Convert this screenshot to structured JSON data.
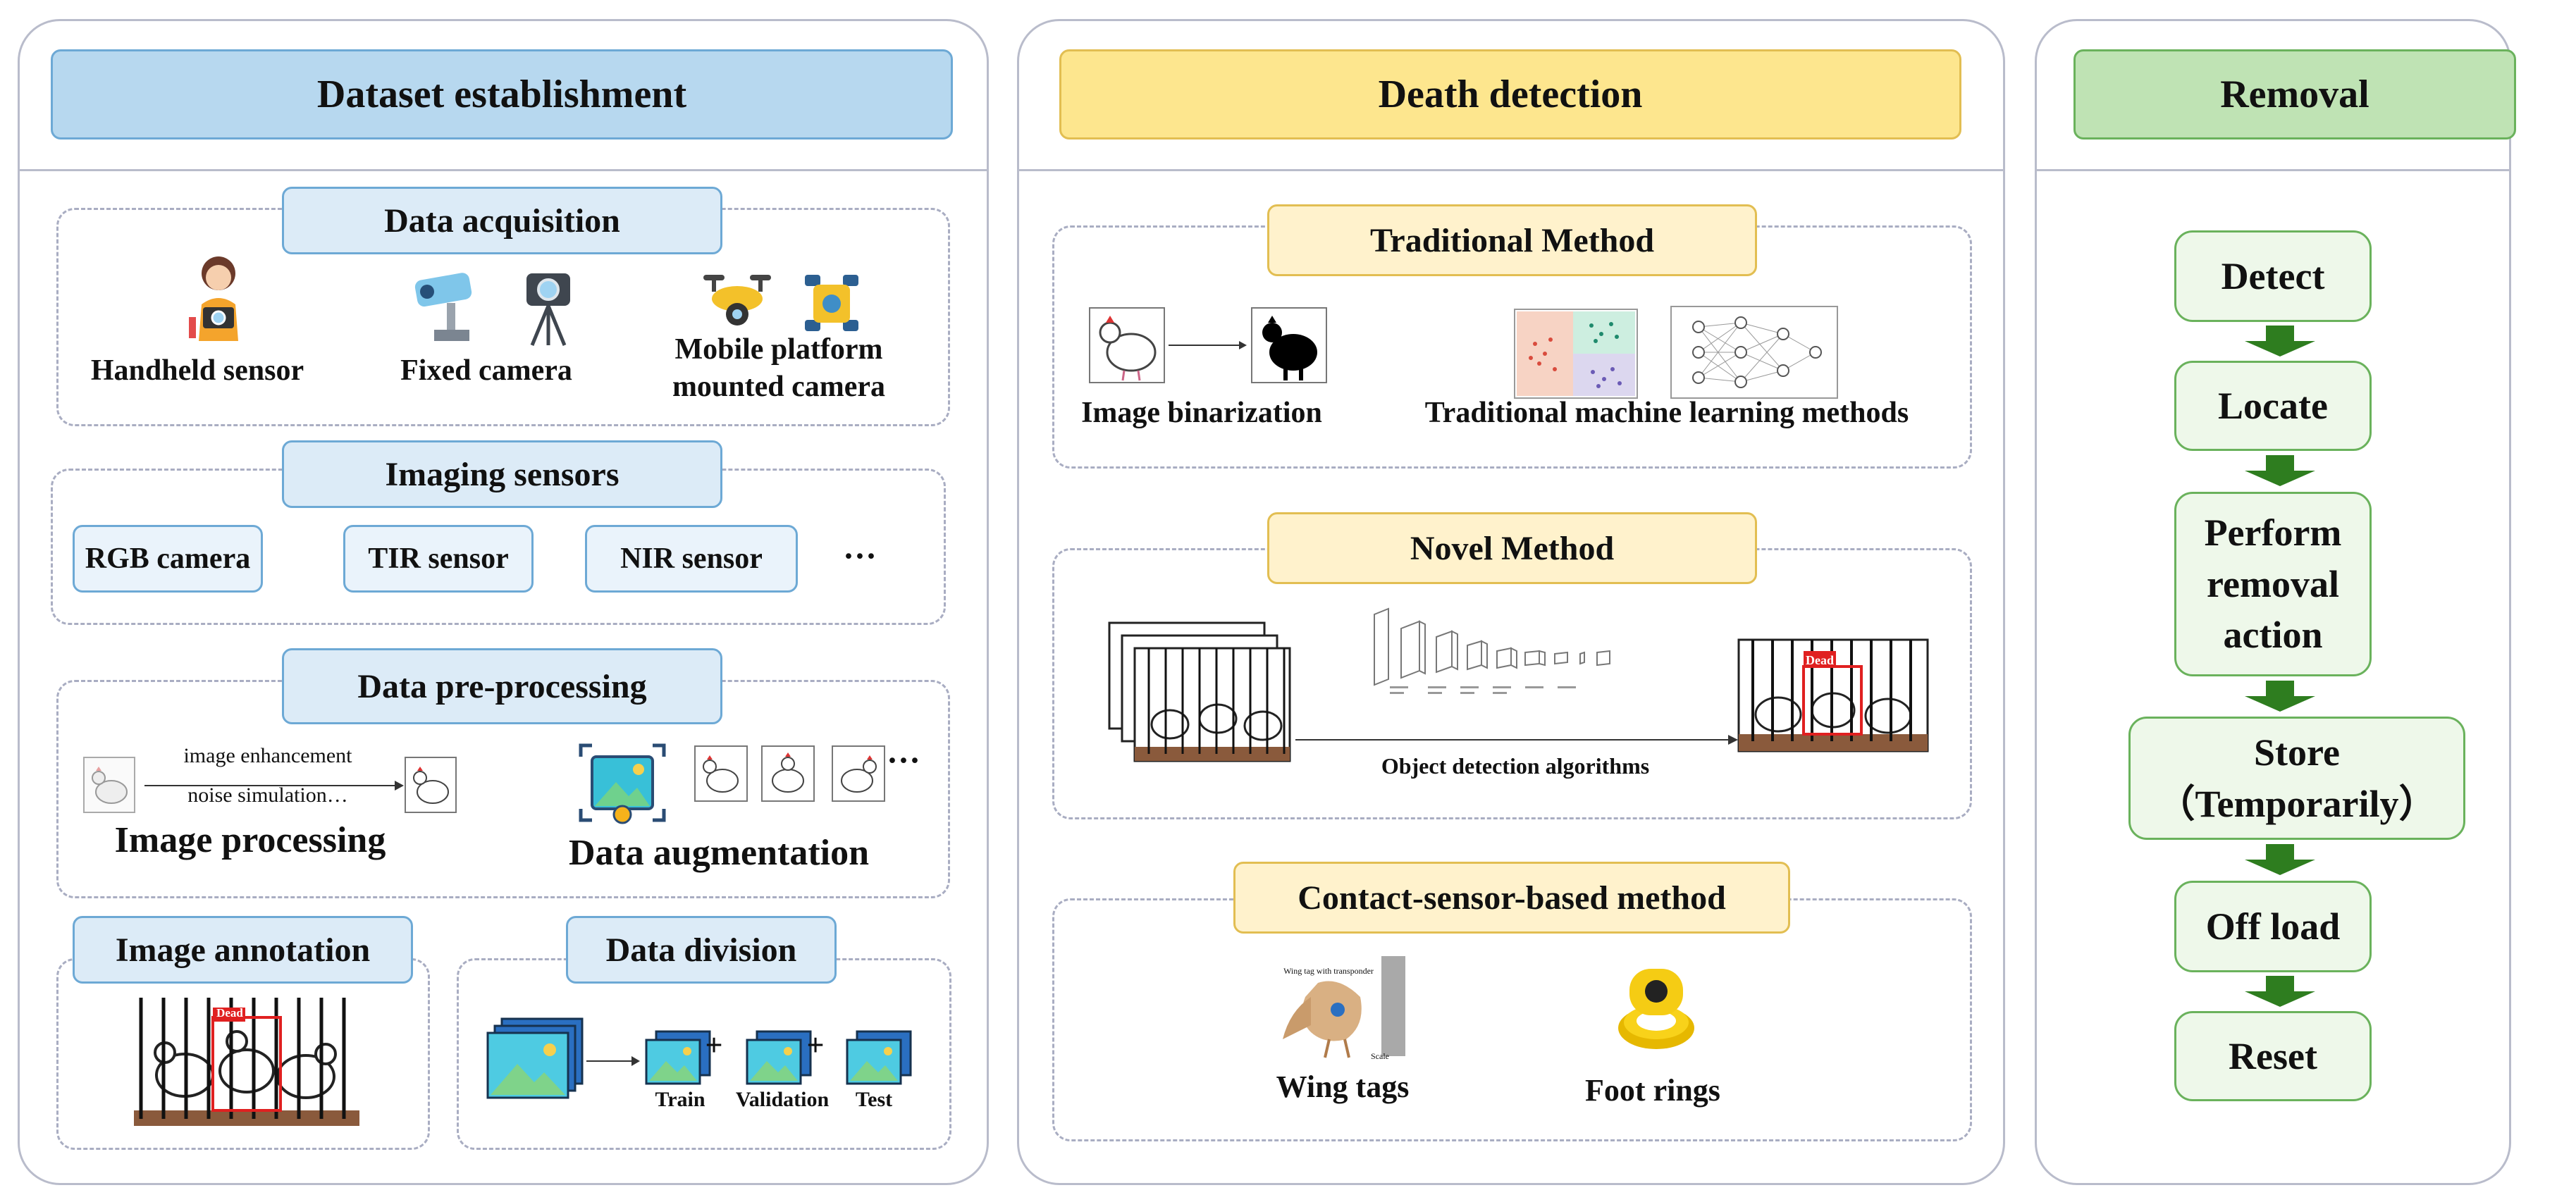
{
  "dataset": {
    "title": "Dataset establishment",
    "acquisition": {
      "title": "Data acquisition",
      "handheld": "Handheld sensor",
      "fixed": "Fixed camera",
      "mobile_line1": "Mobile platform",
      "mobile_line2": "mounted camera"
    },
    "imaging": {
      "title": "Imaging sensors",
      "chips": [
        "RGB camera",
        "TIR sensor",
        "NIR sensor"
      ],
      "ellipsis": "···"
    },
    "preprocessing": {
      "title": "Data pre-processing",
      "enhancement": "image enhancement",
      "noise": "noise simulation…",
      "processing": "Image processing",
      "augmentation": "Data augmentation",
      "dots": "···"
    },
    "annotation": {
      "title": "Image annotation",
      "tag": "Dead"
    },
    "division": {
      "title": "Data division",
      "train": "Train",
      "validation": "Validation",
      "test": "Test"
    }
  },
  "death": {
    "title": "Death detection",
    "traditional": {
      "title": "Traditional Method",
      "binarization": "Image binarization",
      "ml": "Traditional machine learning methods"
    },
    "novel": {
      "title": "Novel Method",
      "algorithms": "Object detection algorithms",
      "tag": "Dead"
    },
    "contact": {
      "title": "Contact-sensor-based method",
      "wing_tags": "Wing tags",
      "foot_rings": "Foot rings",
      "wing_caption": "Wing tag with transponder",
      "scale": "Scale"
    }
  },
  "removal": {
    "title": "Removal",
    "steps": [
      "Detect",
      "Locate",
      "Perform removal action",
      "Store（Temporarily）",
      "Off load",
      "Reset"
    ]
  },
  "colors": {
    "blue_header": "#b7d8ef",
    "yellow_header": "#fde68e",
    "green_header": "#bfe3b4",
    "arrow_green": "#2e7d1f"
  }
}
